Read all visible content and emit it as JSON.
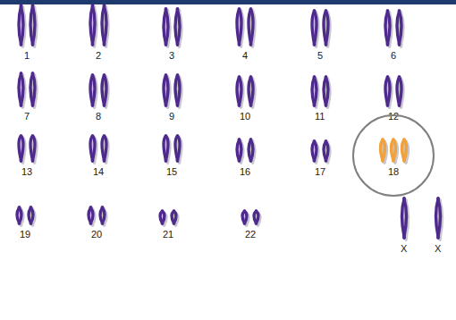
{
  "diagram": {
    "nodes": [
      {
        "text": [
          "18"
        ]
      }
    ],
    "labels": [
      "1",
      "2",
      "3",
      "4",
      "5",
      "6",
      "7",
      "8",
      "9",
      "10",
      "11",
      "12",
      "13",
      "14",
      "15",
      "16",
      "17",
      "19",
      "20",
      "21",
      "22",
      "X",
      "X"
    ]
  }
}
